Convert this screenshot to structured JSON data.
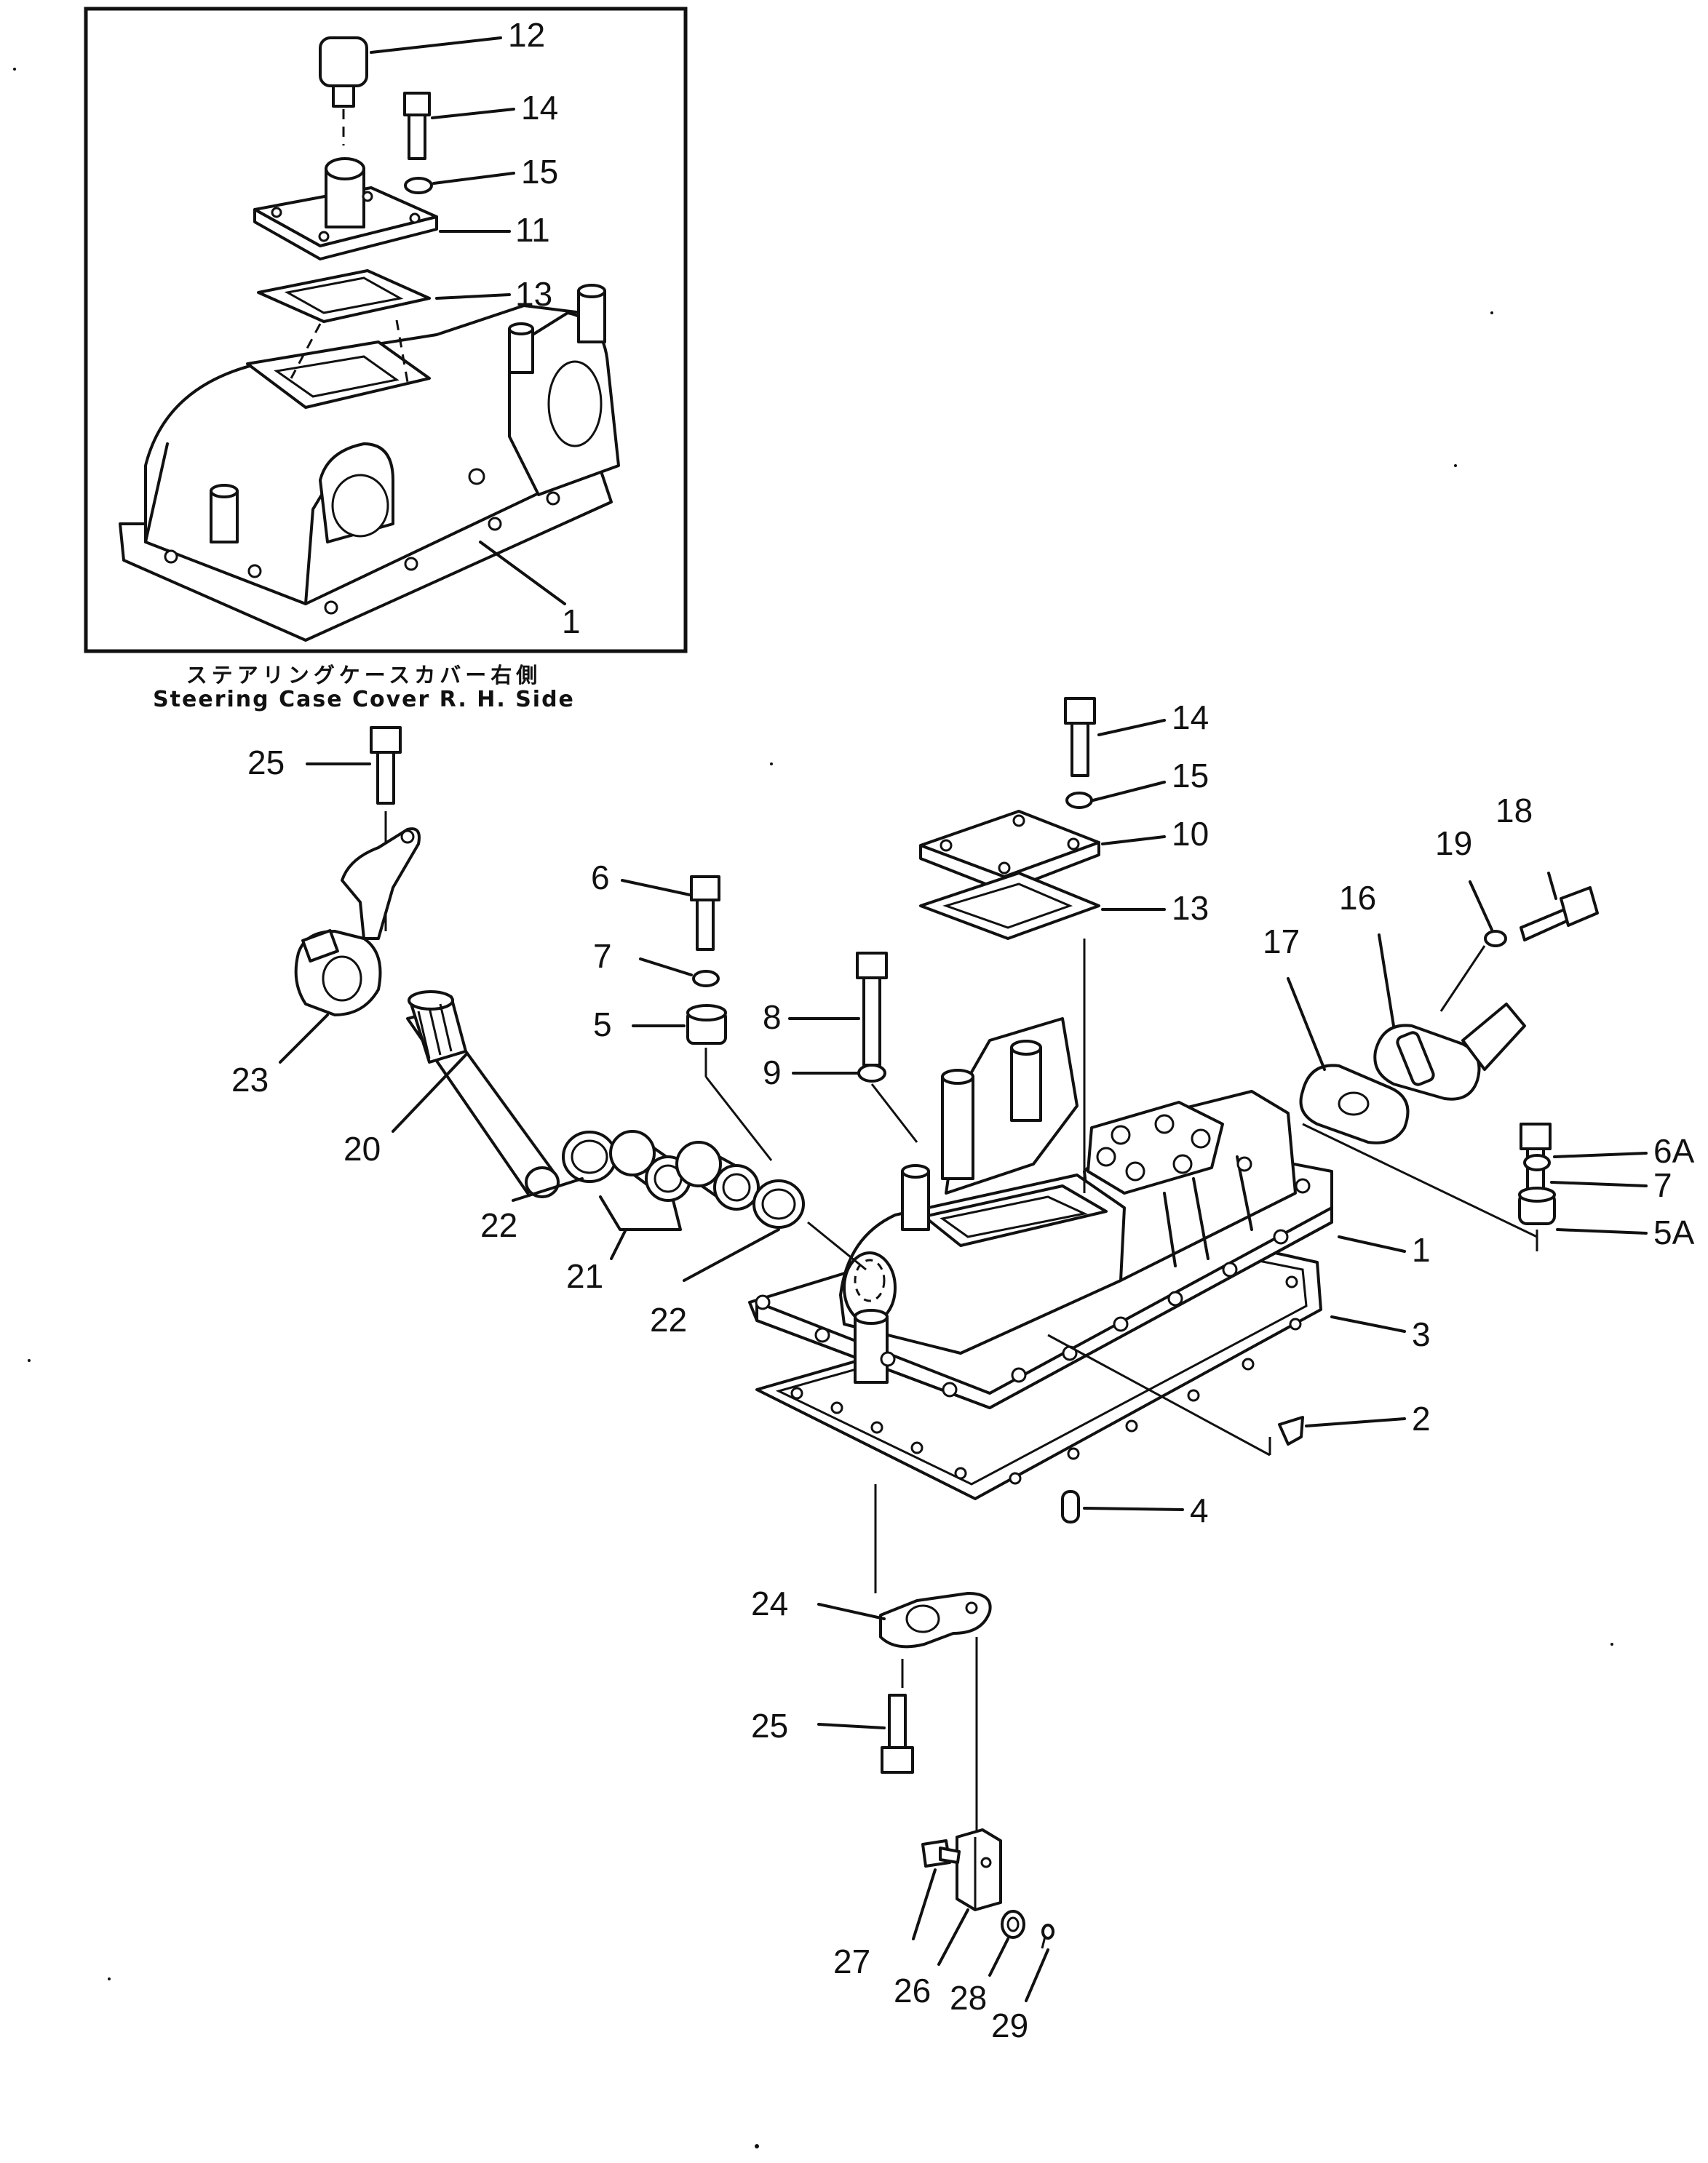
{
  "inset_caption": {
    "japanese": "ステアリングケースカバー右側",
    "english": "Steering Case Cover R. H. Side"
  },
  "callouts": {
    "inset": [
      "12",
      "14",
      "15",
      "11",
      "13",
      "1"
    ],
    "main": [
      "14",
      "15",
      "10",
      "13",
      "25",
      "6",
      "7",
      "5",
      "8",
      "9",
      "18",
      "19",
      "16",
      "17",
      "6A",
      "7",
      "5A",
      "23",
      "20",
      "22",
      "21",
      "22",
      "1",
      "3",
      "2",
      "4",
      "24",
      "25",
      "27",
      "26",
      "28",
      "29"
    ]
  }
}
